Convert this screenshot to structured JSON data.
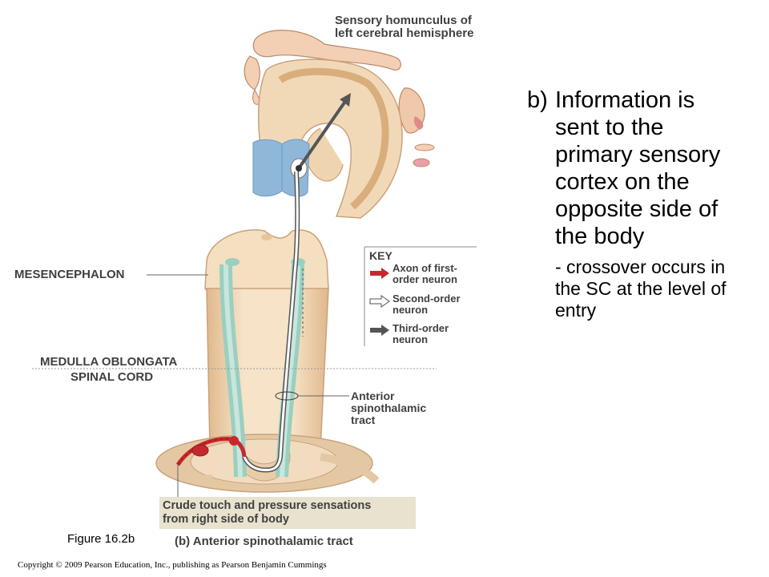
{
  "labels": {
    "homunculus": [
      "Sensory homunculus of",
      "left cerebral hemisphere"
    ],
    "mesencephalon": "MESENCEPHALON",
    "medulla": "MEDULLA OBLONGATA",
    "spinal_cord": "SPINAL CORD",
    "anterior_tract": [
      "Anterior",
      "spinothalamic",
      "tract"
    ],
    "crude_touch": [
      "Crude touch and pressure sensations",
      "from right side of body"
    ],
    "caption": "(b) Anterior spinothalamic tract"
  },
  "key": {
    "title": "KEY",
    "items": [
      {
        "label": [
          "Axon of first-",
          "order neuron"
        ],
        "color": "#c8282d"
      },
      {
        "label": [
          "Second-order",
          "neuron"
        ],
        "color": "#ffffff"
      },
      {
        "label": [
          "Third-order",
          "neuron"
        ],
        "color": "#555555"
      }
    ]
  },
  "text": {
    "bullet_marker": "b)",
    "bullet_lines": [
      "Information is",
      "sent to the",
      "primary sensory",
      "cortex on the",
      "opposite side of",
      "the body"
    ],
    "sub_lines": [
      "- crossover occurs in",
      "the SC at the level of",
      "entry"
    ],
    "figure": "Figure 16.2b",
    "copyright": "Copyright © 2009 Pearson Education, Inc., publishing as Pearson Benjamin Cummings"
  },
  "colors": {
    "tissue": "#f1d9b8",
    "tissue_dark": "#d9ad7c",
    "tract": "#a9d6c8",
    "ventricle": "#8fb7d8",
    "first_order": "#c8282d",
    "third_order": "#555555",
    "label_box": "#e8e2cf"
  }
}
